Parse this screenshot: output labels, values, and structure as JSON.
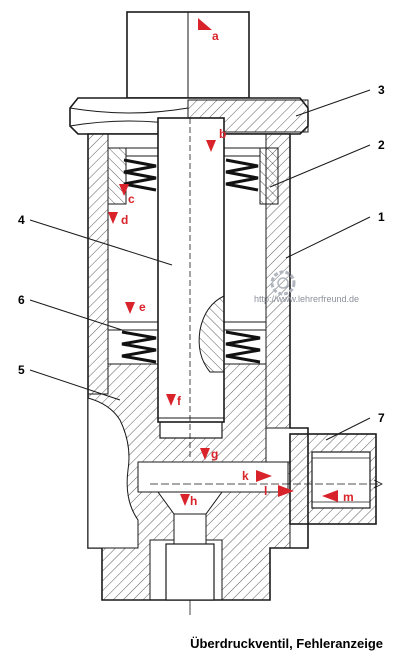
{
  "caption": "Überdruckventil, Fehleranzeige",
  "watermark": "http://www.lehrerfreund.de",
  "part_numbers": [
    "1",
    "2",
    "3",
    "4",
    "5",
    "6",
    "7"
  ],
  "markers": [
    "a",
    "b",
    "c",
    "d",
    "e",
    "f",
    "g",
    "h",
    "k",
    "l",
    "m"
  ],
  "colors": {
    "marker": "#d9232a",
    "line": "#1a1a1a",
    "watermark": "#8a8f99"
  }
}
